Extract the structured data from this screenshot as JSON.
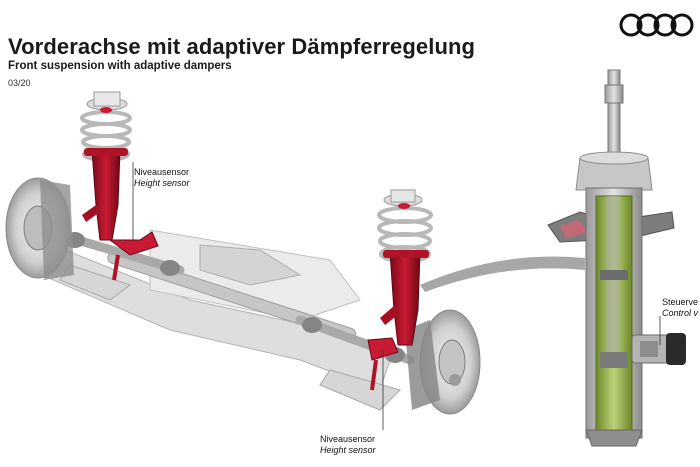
{
  "header": {
    "title": "Vorderachse mit adaptiver Dämpferregelung",
    "subtitle": "Front suspension with adaptive dampers",
    "page_number": "03/20"
  },
  "brand": {
    "logo_icon": "audi-rings-logo",
    "accent_color": "#b0102a"
  },
  "labels": {
    "height_sensor_top": {
      "de": "Niveausensor",
      "en": "Height sensor"
    },
    "height_sensor_bottom": {
      "de": "Niveausensor",
      "en": "Height sensor"
    },
    "control_valve": {
      "de": "Steuerve",
      "en": "Control v"
    }
  }
}
